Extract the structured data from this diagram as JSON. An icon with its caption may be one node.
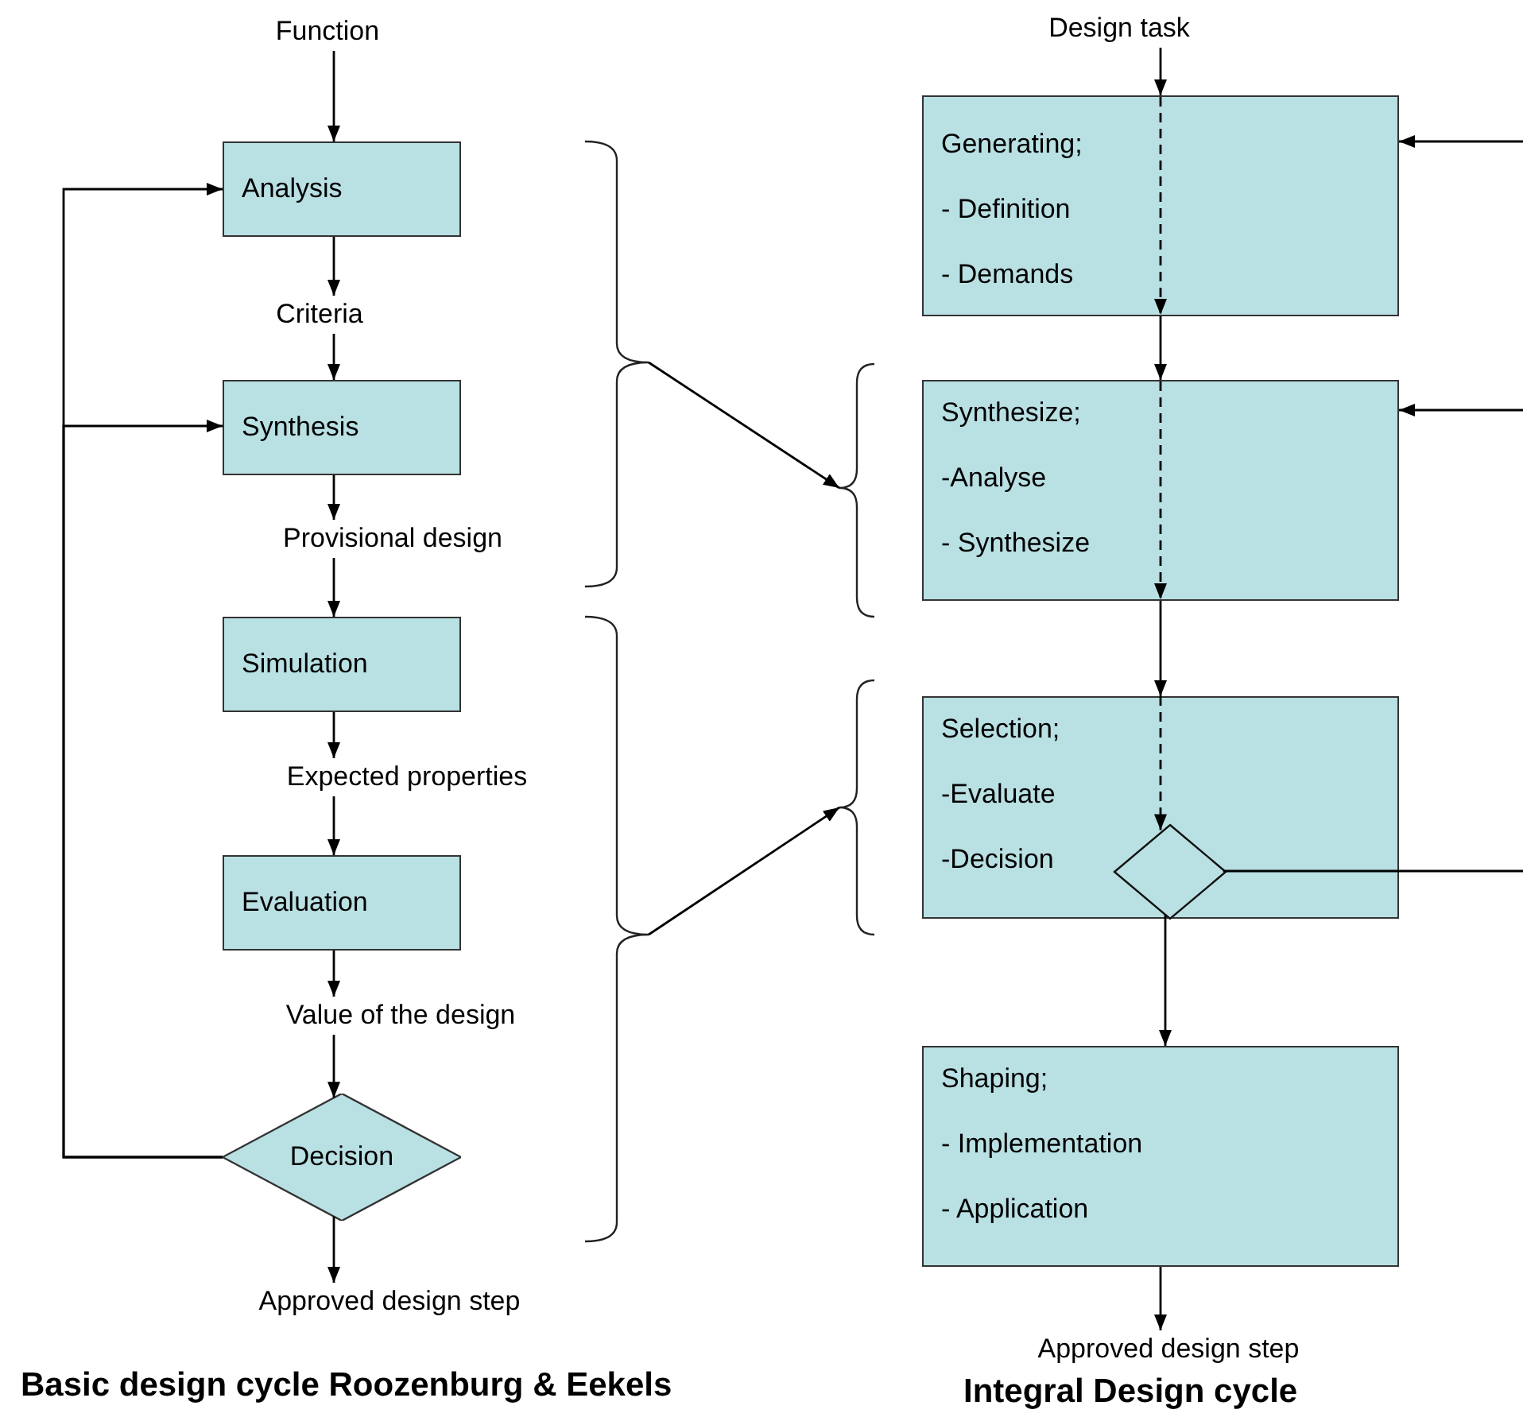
{
  "diagram": {
    "nodes": [
      {
        "text": [
          "Function"
        ]
      },
      {
        "text": [
          "Analysis"
        ]
      },
      {
        "text": [
          "Criteria"
        ]
      },
      {
        "text": [
          "Synthesis"
        ]
      },
      {
        "text": [
          "Provisional design"
        ]
      },
      {
        "text": [
          "Simulation"
        ]
      },
      {
        "text": [
          "Expected properties"
        ]
      },
      {
        "text": [
          "Evaluation"
        ]
      },
      {
        "text": [
          "Value of the design"
        ]
      },
      {
        "text": [
          "Decision"
        ]
      },
      {
        "text": [
          "Approved design step"
        ]
      },
      {
        "text": [],
        "shape": "brace"
      },
      {
        "text": [],
        "shape": "brace"
      },
      {
        "text": [
          "Design task"
        ]
      },
      {
        "text": [
          "Generating;",
          "- Definition",
          "- Demands"
        ]
      },
      {
        "text": [],
        "shape": "brace"
      },
      {
        "text": [
          "Synthesize;",
          "-Analyse",
          "- Synthesize"
        ]
      },
      {
        "text": [],
        "shape": "brace"
      },
      {
        "text": [
          "Selection;",
          "-Evaluate",
          "-Decision"
        ]
      },
      {
        "text": [],
        "shape": "diamond",
        "in": 18
      },
      {
        "text": [
          "Shaping;",
          "- Implementation",
          "- Application"
        ]
      },
      {
        "text": [
          "Approved design step"
        ]
      }
    ],
    "edges": [
      {
        "from": 0,
        "to": 1,
        "arrow": "to"
      },
      {
        "from": 1,
        "to": 2,
        "arrow": "to"
      },
      {
        "from": 2,
        "to": 3,
        "arrow": "to"
      },
      {
        "from": 3,
        "to": 4,
        "arrow": "to"
      },
      {
        "from": 4,
        "to": 5,
        "arrow": "to"
      },
      {
        "from": 5,
        "to": 6,
        "arrow": "to"
      },
      {
        "from": 6,
        "to": 7,
        "arrow": "to"
      },
      {
        "from": 7,
        "to": 8,
        "arrow": "to"
      },
      {
        "from": 8,
        "to": 9,
        "arrow": "to"
      },
      {
        "from": 9,
        "to": 10,
        "arrow": "to"
      },
      {
        "from": 9,
        "to": 1,
        "arrow": "to"
      },
      {
        "from": 9,
        "to": 3,
        "arrow": "to"
      },
      {
        "from": 11,
        "to": 15,
        "arrow": "to"
      },
      {
        "from": 12,
        "to": 17,
        "arrow": "to"
      },
      {
        "from": 13,
        "to": 14,
        "arrow": "to"
      },
      {
        "from": null,
        "to": 14,
        "arrow": "to"
      },
      {
        "from": 14,
        "to": 16,
        "arrow": "to"
      },
      {
        "from": null,
        "to": 16,
        "arrow": "to"
      },
      {
        "from": 16,
        "to": 18,
        "arrow": "to"
      },
      {
        "from": 18,
        "to": 19,
        "arrow": "to",
        "style": "dashed"
      },
      {
        "from": 19,
        "to": 20,
        "arrow": "to"
      },
      {
        "from": 19,
        "to": null,
        "arrow": "none"
      },
      {
        "from": 20,
        "to": 21,
        "arrow": "to"
      }
    ],
    "labels": [
      "Basic design cycle Roozenburg & Eekels",
      "Integral Design cycle"
    ]
  }
}
